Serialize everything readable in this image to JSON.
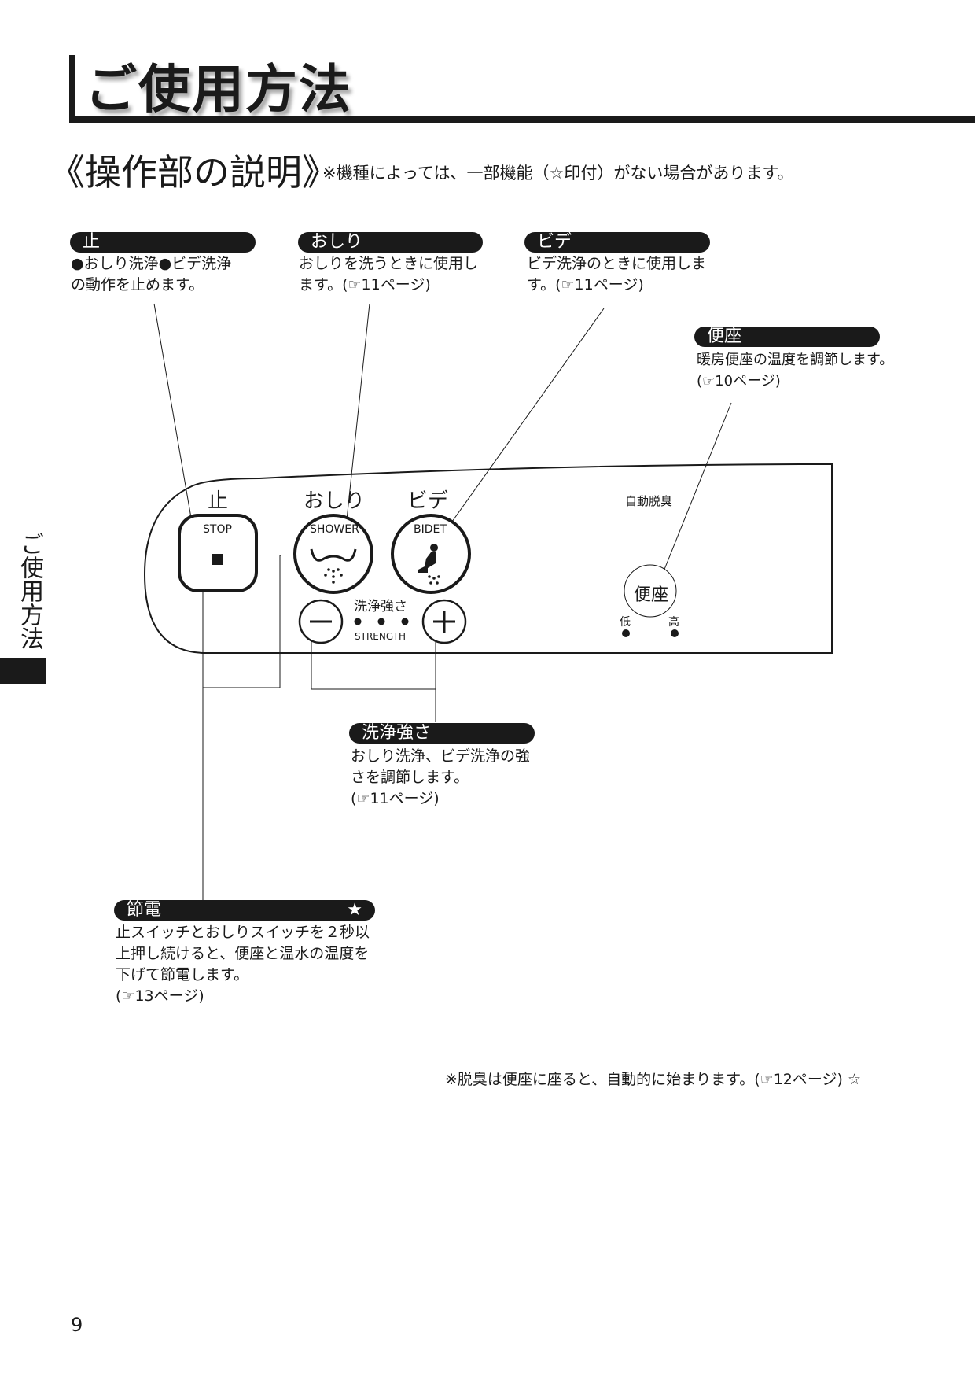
{
  "page": {
    "title": "ご使用方法",
    "section_title": "《操作部の説明》",
    "section_note": "※機種によっては、一部機能（☆印付）がない場合があります。",
    "side_tab": "ご使用方法",
    "page_number": "9",
    "bottom_note": "※脱臭は便座に座ると、自動的に始まります。(☞12ページ) ☆"
  },
  "callouts": {
    "stop": {
      "label": "止",
      "lines": [
        "●おしり洗浄●ビデ洗浄",
        "の動作を止めます。"
      ]
    },
    "shower": {
      "label": "おしり",
      "lines": [
        "おしりを洗うときに使用し",
        "ます。(☞11ページ)"
      ]
    },
    "bidet": {
      "label": "ビデ",
      "lines": [
        "ビデ洗浄のときに使用しま",
        "す。(☞11ページ)"
      ]
    },
    "seat": {
      "label": "便座",
      "lines": [
        "暖房便座の温度を調節します。",
        "(☞10ページ)"
      ]
    },
    "strength": {
      "label": "洗浄強さ",
      "lines": [
        "おしり洗浄、ビデ洗浄の強",
        "さを調節します。",
        "(☞11ページ)"
      ]
    },
    "power_save": {
      "label": "節電",
      "star": "★",
      "lines": [
        "止スイッチとおしりスイッチを２秒以",
        "上押し続けると、便座と温水の温度を",
        "下げて節電します。",
        "(☞13ページ)"
      ]
    }
  },
  "panel": {
    "stop_label": "止",
    "stop_sub": "STOP",
    "shower_label": "おしり",
    "shower_sub": "SHOWER",
    "bidet_label": "ビデ",
    "bidet_sub": "BIDET",
    "deodorize_label": "自動脱臭",
    "strength_label": "洗浄強さ",
    "strength_sub": "STRENGTH",
    "seat_button": "便座",
    "seat_low": "低",
    "seat_high": "高"
  },
  "icons": {
    "stop_square": "stop-square-icon",
    "shower": "shower-icon",
    "bidet": "bidet-icon",
    "minus": "minus-icon",
    "plus": "plus-icon"
  }
}
